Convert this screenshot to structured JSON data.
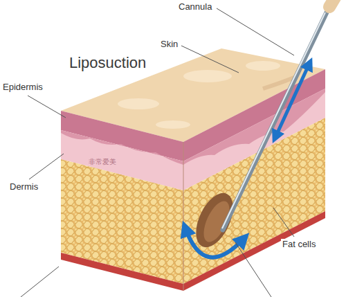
{
  "diagram": {
    "title": "Liposuction",
    "labels": [
      "Cannula",
      "Skin",
      "Epidermis",
      "Dermis",
      "Fat cells",
      "非常爱美"
    ]
  }
}
